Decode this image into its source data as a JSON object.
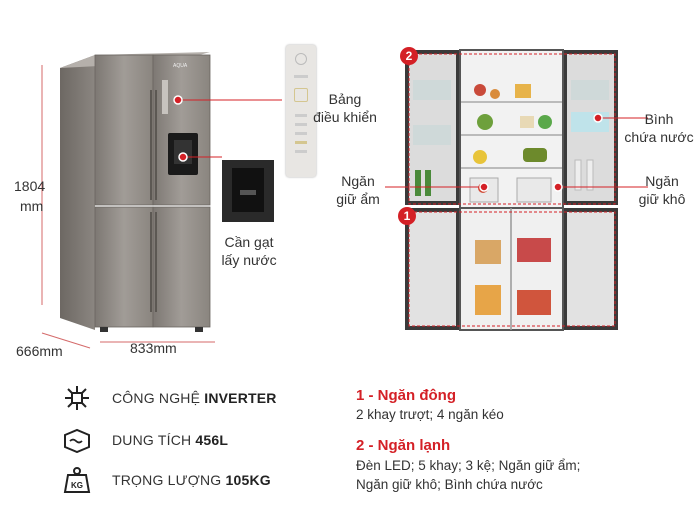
{
  "dimensions": {
    "height": "1804",
    "height_unit": "mm",
    "depth": "666mm",
    "width": "833mm"
  },
  "callouts": {
    "control_panel": [
      "Bảng",
      "điều khiển"
    ],
    "dispenser": [
      "Cần gạt",
      "lấy nước"
    ],
    "water_bottle": [
      "Bình",
      "chứa nước"
    ],
    "humid_drawer": [
      "Ngăn",
      "giữ ẩm"
    ],
    "dry_drawer": [
      "Ngăn",
      "giữ khô"
    ]
  },
  "badges": {
    "freezer": "1",
    "fridge": "2"
  },
  "brand": "AQUA",
  "specs": [
    {
      "icon": "chip-icon",
      "prefix": "CÔNG NGHỆ ",
      "value": "INVERTER"
    },
    {
      "icon": "capacity-icon",
      "prefix": "DUNG TÍCH ",
      "value": "456L"
    },
    {
      "icon": "weight-icon",
      "prefix": "TRỌNG LƯỢNG ",
      "value": "105KG",
      "icon_text": "KG"
    }
  ],
  "legend": {
    "freezer_title": "1 - Ngăn đông",
    "freezer_body": "2 khay trượt; 4 ngăn kéo",
    "fridge_title": "2 - Ngăn lạnh",
    "fridge_body_1": "Đèn LED; 5 khay; 3 kệ; Ngăn giữ ẩm;",
    "fridge_body_2": "Ngăn giữ khô; Bình chứa nước"
  },
  "colors": {
    "accent": "#d42026",
    "steel": "#8f8a85"
  }
}
